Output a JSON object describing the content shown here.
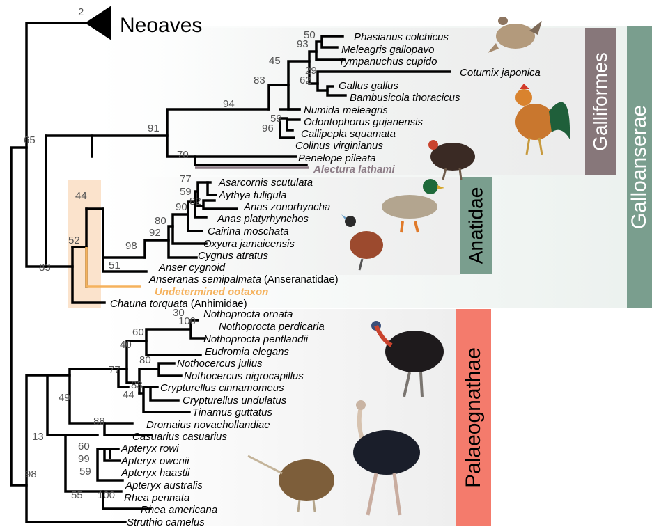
{
  "title": "Neoaves",
  "clades": {
    "galloanseres": "Galloanserae",
    "galliformes": "Galliformes",
    "anatidae": "Anatidae",
    "palaeognathae": "Palaeognathae"
  },
  "colors": {
    "galloanseres": "#7a9e8e",
    "galliformes": "#87777a",
    "anatidae": "#7a9e8e",
    "palaeognathae": "#f47b6c",
    "highlight_taxon": "#8c7c86",
    "ootaxon": "#f5b25d",
    "ootaxon_box": "#fbe3cc"
  },
  "taxa": {
    "phasianus": "Phasianus colchicus",
    "meleagris": "Meleagris gallopavo",
    "tympanuchus": "Tympanuchus cupido",
    "coturnix": "Coturnix japonica",
    "gallus": "Gallus gallus",
    "bambusicola": "Bambusicola thoracicus",
    "numida": "Numida meleagris",
    "odontophorus": "Odontophorus gujanensis",
    "callipepla": "Callipepla squamata",
    "colinus": "Colinus virginianus",
    "penelope": "Penelope pileata",
    "alectura": "Alectura lathami",
    "asarcornis": "Asarcornis scutulata",
    "aythya": "Aythya fuligula",
    "anas_z": "Anas zonorhyncha",
    "anas_p": "Anas platyrhynchos",
    "cairina": "Cairina moschata",
    "oxyura": "Oxyura jamaicensis",
    "cygnus": "Cygnus atratus",
    "anser": "Anser cygnoid",
    "anseranas": "Anseranas semipalmata",
    "anseranas_family": "(Anseranatidae)",
    "ootaxon": "Undetermined ootaxon",
    "chauna": "Chauna torquata",
    "chauna_family": "(Anhimidae)",
    "noth_ornata": "Nothoprocta ornata",
    "noth_perdicaria": "Nothoprocta perdicaria",
    "noth_pentlandii": "Nothoprocta pentlandii",
    "eudromia": "Eudromia elegans",
    "nothocercus_j": "Nothocercus julius",
    "nothocercus_n": "Nothocercus nigrocapillus",
    "crypt_c": "Crypturellus cinnamomeus",
    "crypt_u": "Crypturellus undulatus",
    "tinamus": "Tinamus guttatus",
    "dromaius": "Dromaius novaehollandiae",
    "casuarius": "Casuarius casuarius",
    "apteryx_r": "Apteryx rowi",
    "apteryx_o": "Apteryx owenii",
    "apteryx_h": "Apteryx haastii",
    "apteryx_a": "Apteryx australis",
    "rhea_p": "Rhea pennata",
    "rhea_a": "Rhea americana",
    "struthio": "Struthio camelus"
  },
  "support": {
    "neoaves": "2",
    "root_galloanseres": "65",
    "gallo_crown": "83",
    "ootaxon_node": "52",
    "anseri": "44",
    "galliformes": "91",
    "phasianoidea": "94",
    "odonto_group": "83",
    "phasianidae": "45",
    "phasianus_meleagris": "50",
    "tympanuchus": "93",
    "coturnix_gallus": "29",
    "gallus_bambusicola": "62",
    "odontophoridae": "96",
    "callipepla_colinus": "59",
    "penelope_alectura": "70",
    "anatidae_anser": "51",
    "anatidae_core": "98",
    "cygnus_oxyura": "92",
    "cairina": "80",
    "anas": "90",
    "anas_pair": "82",
    "aythya": "59",
    "asarcornis": "77",
    "palaeognathae": "98",
    "tina_dromaius": "13",
    "tinamidae": "49",
    "tina_core": "77",
    "noth_group": "40",
    "nothoprocta": "60",
    "noth_pair": "100",
    "noth_ornata": "30",
    "nothocercus": "80",
    "crypt": "44",
    "crypt_pair": "83",
    "dromaius_casuarius": "88",
    "kiwi_rhea": "55",
    "rhea": "100",
    "apteryx": "59",
    "apteryx_ro": "99",
    "apteryx_rowi": "60"
  }
}
